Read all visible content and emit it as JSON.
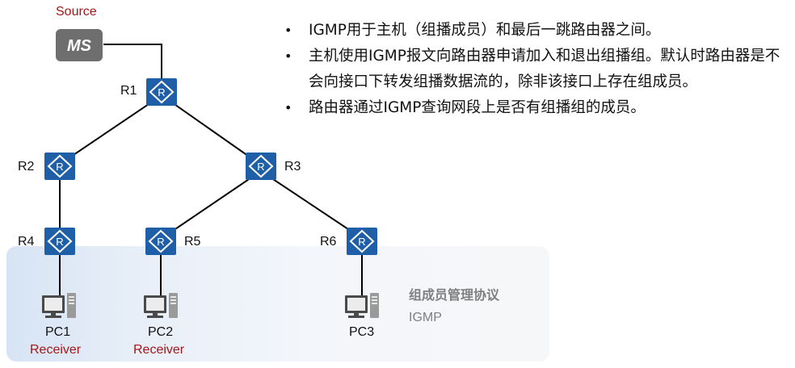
{
  "source": {
    "label": "Source",
    "device_text": "MS"
  },
  "routers": [
    {
      "id": "R1",
      "label": "R1"
    },
    {
      "id": "R2",
      "label": "R2"
    },
    {
      "id": "R3",
      "label": "R3"
    },
    {
      "id": "R4",
      "label": "R4"
    },
    {
      "id": "R5",
      "label": "R5"
    },
    {
      "id": "R6",
      "label": "R6"
    }
  ],
  "hosts": [
    {
      "id": "PC1",
      "label": "PC1",
      "role": "Receiver"
    },
    {
      "id": "PC2",
      "label": "PC2",
      "role": "Receiver"
    },
    {
      "id": "PC3",
      "label": "PC3",
      "role": ""
    }
  ],
  "protocol_box": {
    "title": "组成员管理协议",
    "subtitle": "IGMP"
  },
  "bullets": [
    "IGMP用于主机（组播成员）和最后一跳路由器之间。",
    "主机使用IGMP报文向路由器申请加入和退出组播组。默认时路由器是不会向接口下转发组播数据流的，除非该接口上存在组成员。",
    "路由器通过IGMP查询网段上是否有组播组的成员。"
  ],
  "colors": {
    "router": "#1f5fa8",
    "source_box": "#6e6e6e",
    "receiver_text": "#a51717",
    "panel": "#dfe8f3"
  }
}
